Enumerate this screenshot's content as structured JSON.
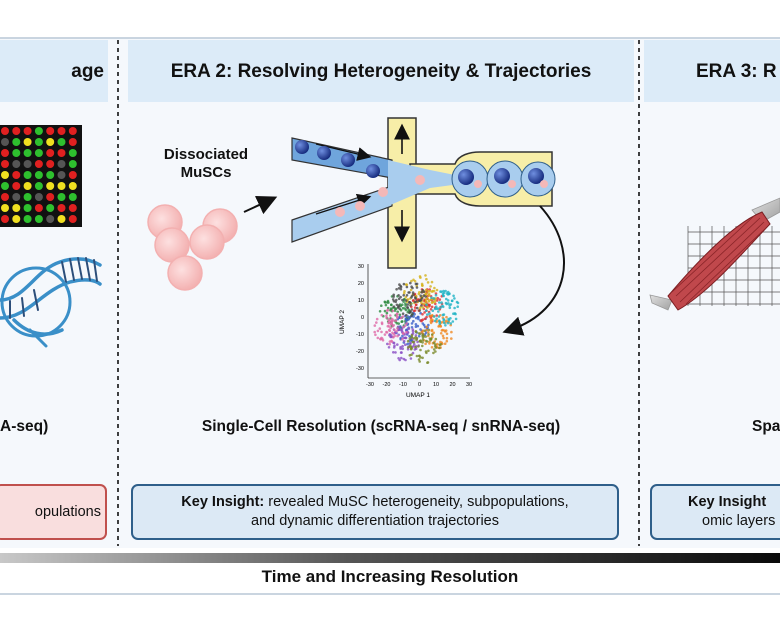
{
  "eras": {
    "era1": {
      "title_fragment": "age",
      "method_fragment": "A-seq)",
      "insight_fragment": "opulations"
    },
    "era2": {
      "title": "ERA 2: Resolving Heterogeneity & Trajectories",
      "cells_label_line1": "Dissociated",
      "cells_label_line2": "MuSCs",
      "method": "Single-Cell Resolution (scRNA-seq / snRNA-seq)",
      "insight_key": "Key Insight:",
      "insight_line1": " revealed MuSC heterogeneity, subpopulations,",
      "insight_line2": "and dynamic differentiation trajectories"
    },
    "era3": {
      "title_fragment": "ERA 3: R",
      "method_fragment": "Spa",
      "insight_key_fragment": "Key Insight",
      "insight_line2_fragment": "omic layers"
    }
  },
  "umap": {
    "xlabel": "UMAP 1",
    "ylabel": "UMAP 2",
    "x_ticks": [
      "-30",
      "-20",
      "-10",
      "0",
      "10",
      "20",
      "30"
    ],
    "y_ticks": [
      "30",
      "20",
      "10",
      "0",
      "-10",
      "-20",
      "-30"
    ],
    "cluster_colors": [
      "#2d8a3e",
      "#3a5fc8",
      "#e03030",
      "#f08a24",
      "#8b4fc4",
      "#d4b21c",
      "#1fb3c4",
      "#e06aa8",
      "#7a8a2a",
      "#4a4a4a"
    ]
  },
  "footer": {
    "title": "Time and Increasing Resolution"
  },
  "colors": {
    "header_bg": "#dcebf8",
    "panel_bg": "#f5f8fc",
    "era1_insight_bg": "#f9dede",
    "era1_insight_border": "#c0504d",
    "era2_insight_bg": "#dce9f5",
    "era2_insight_border": "#2f5f8a",
    "channel_fill": "#f7eea8",
    "cell_pink": "#f4b8b8",
    "bead_blue": "#1f3a8a"
  }
}
